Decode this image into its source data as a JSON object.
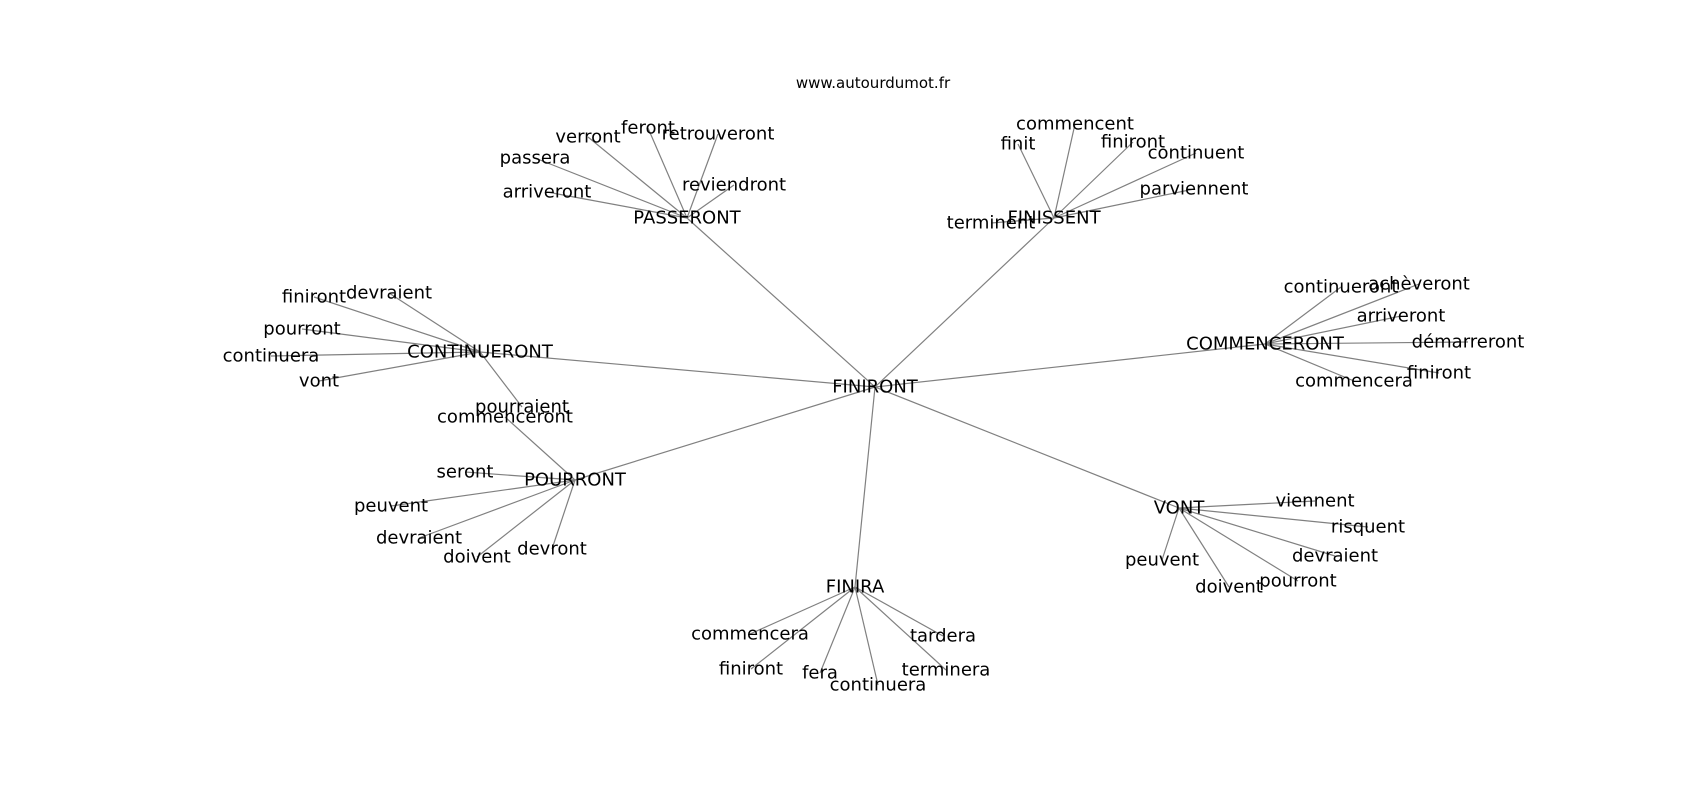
{
  "site": "www.autourdumot.fr",
  "center": {
    "id": "center",
    "label": "FINIRONT"
  },
  "hubs": [
    {
      "id": "passeront",
      "label": "PASSERONT",
      "leaves": [
        {
          "id": "passeront-verront",
          "label": "verront"
        },
        {
          "id": "passeront-feront",
          "label": "feront"
        },
        {
          "id": "passeront-retrouveront",
          "label": "retrouveront"
        },
        {
          "id": "passeront-passera",
          "label": "passera"
        },
        {
          "id": "passeront-reviendront",
          "label": "reviendront"
        },
        {
          "id": "passeront-arriveront",
          "label": "arriveront"
        }
      ]
    },
    {
      "id": "finissent",
      "label": "FINISSENT",
      "leaves": [
        {
          "id": "finissent-commencent",
          "label": "commencent"
        },
        {
          "id": "finissent-finit",
          "label": "finit"
        },
        {
          "id": "finissent-finiront",
          "label": "finiront"
        },
        {
          "id": "finissent-continuent",
          "label": "continuent"
        },
        {
          "id": "finissent-parviennent",
          "label": "parviennent"
        },
        {
          "id": "finissent-terminent",
          "label": "terminent"
        }
      ]
    },
    {
      "id": "continueront",
      "label": "CONTINUERONT",
      "leaves": [
        {
          "id": "continueront-finiront",
          "label": "finiront"
        },
        {
          "id": "continueront-devraient",
          "label": "devraient"
        },
        {
          "id": "continueront-pourront",
          "label": "pourront"
        },
        {
          "id": "continueront-continuera",
          "label": "continuera"
        },
        {
          "id": "continueront-vont",
          "label": "vont"
        },
        {
          "id": "continueront-pourraient",
          "label": "pourraient"
        }
      ]
    },
    {
      "id": "commenceront",
      "label": "COMMENCERONT",
      "leaves": [
        {
          "id": "commenceront-continueront",
          "label": "continueront"
        },
        {
          "id": "commenceront-acheveront",
          "label": "achèveront"
        },
        {
          "id": "commenceront-arriveront",
          "label": "arriveront"
        },
        {
          "id": "commenceront-demarreront",
          "label": "démarreront"
        },
        {
          "id": "commenceront-commencera",
          "label": "commencera"
        },
        {
          "id": "commenceront-finiront",
          "label": "finiront"
        }
      ]
    },
    {
      "id": "pourront",
      "label": "POURRONT",
      "leaves": [
        {
          "id": "pourront-commenceront",
          "label": "commenceront"
        },
        {
          "id": "pourront-seront",
          "label": "seront"
        },
        {
          "id": "pourront-peuvent",
          "label": "peuvent"
        },
        {
          "id": "pourront-devraient",
          "label": "devraient"
        },
        {
          "id": "pourront-doivent",
          "label": "doivent"
        },
        {
          "id": "pourront-devront",
          "label": "devront"
        }
      ]
    },
    {
      "id": "vont",
      "label": "VONT",
      "leaves": [
        {
          "id": "vont-viennent",
          "label": "viennent"
        },
        {
          "id": "vont-risquent",
          "label": "risquent"
        },
        {
          "id": "vont-devraient",
          "label": "devraient"
        },
        {
          "id": "vont-peuvent",
          "label": "peuvent"
        },
        {
          "id": "vont-doivent",
          "label": "doivent"
        },
        {
          "id": "vont-pourront",
          "label": "pourront"
        }
      ]
    },
    {
      "id": "finira",
      "label": "FINIRA",
      "leaves": [
        {
          "id": "finira-commencera",
          "label": "commencera"
        },
        {
          "id": "finira-tardera",
          "label": "tardera"
        },
        {
          "id": "finira-finiront",
          "label": "finiront"
        },
        {
          "id": "finira-fera",
          "label": "fera"
        },
        {
          "id": "finira-continuera",
          "label": "continuera"
        },
        {
          "id": "finira-terminera",
          "label": "terminera"
        }
      ]
    }
  ]
}
